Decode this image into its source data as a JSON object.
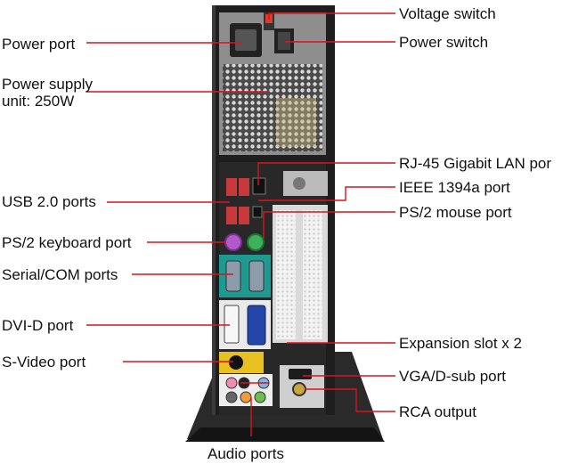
{
  "labels": {
    "power_port": "Power port",
    "power_supply": "Power supply\nunit: 250W",
    "usb_ports": "USB 2.0 ports",
    "ps2_keyboard": "PS/2 keyboard port",
    "serial_com": "Serial/COM ports",
    "dvi_d": "DVI-D port",
    "s_video": "S-Video port",
    "voltage_switch": "Voltage switch",
    "power_switch": "Power switch",
    "rj45_lan": "RJ-45 Gigabit LAN por",
    "ieee1394": "IEEE 1394a port",
    "ps2_mouse": "PS/2 mouse port",
    "expansion_slot": "Expansion slot x 2",
    "vga_dsub": "VGA/D-sub port",
    "rca_output": "RCA output",
    "audio_ports": "Audio ports"
  },
  "colors": {
    "leader_line": "#d8141c",
    "chassis": "#1e1e1e",
    "keyboard_port": "#b25bc8",
    "mouse_port": "#3fb05b",
    "serial_block": "#1f9a93",
    "vga_port": "#2446a8",
    "svideo_block": "#e8c020",
    "audio_pink": "#f08cb4",
    "audio_blue": "#7fb2e6",
    "audio_orange": "#f09a38"
  }
}
